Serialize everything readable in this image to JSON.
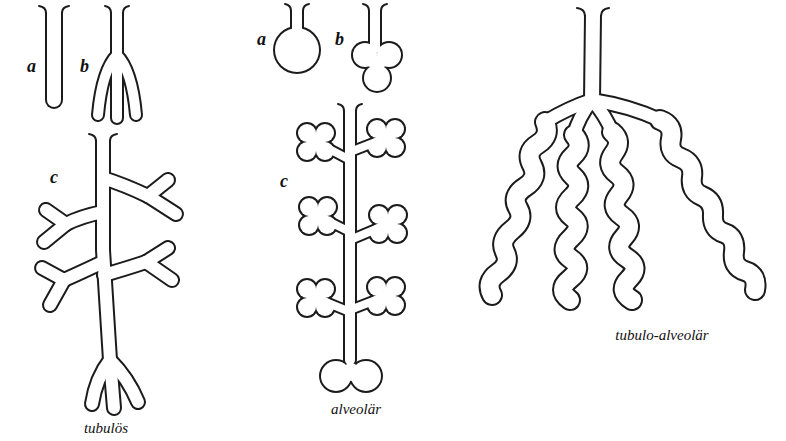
{
  "diagram": {
    "labels": [
      "a",
      "b",
      "c",
      "tubulös",
      "a",
      "b",
      "c",
      "alveolär",
      "tubulo-alveolär"
    ]
  }
}
